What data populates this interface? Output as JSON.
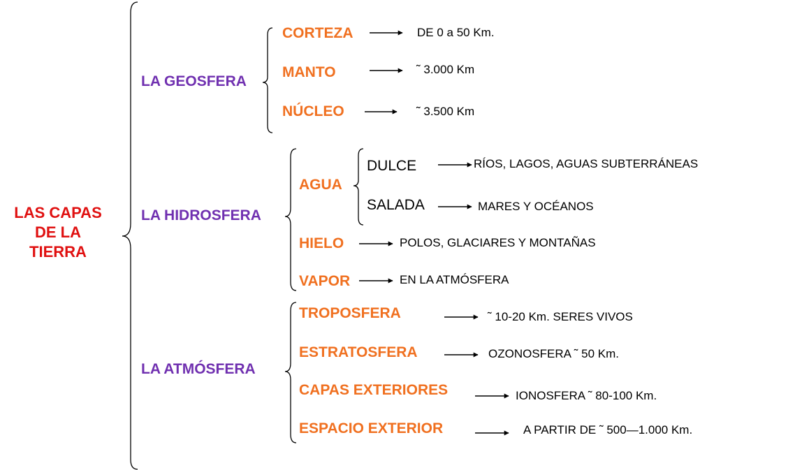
{
  "root": {
    "line1": "LAS CAPAS",
    "line2": "DE LA",
    "line3": "TIERRA"
  },
  "geosfera": {
    "label": "LA GEOSFERA",
    "items": [
      {
        "label": "CORTEZA",
        "info": "DE 0 a 50 Km."
      },
      {
        "label": "MANTO",
        "info": "˜  3.000 Km"
      },
      {
        "label": "NÚCLEO",
        "info": "˜  3.500 Km"
      }
    ]
  },
  "hidrosfera": {
    "label": "LA  HIDROSFERA",
    "agua": {
      "label": "AGUA",
      "dulce": {
        "label": "DULCE",
        "info": "RÍOS, LAGOS, AGUAS SUBTERRÁNEAS"
      },
      "salada": {
        "label": "SALADA",
        "info": "MARES Y OCÉANOS"
      }
    },
    "hielo": {
      "label": "HIELO",
      "info": "POLOS, GLACIARES Y MONTAÑAS"
    },
    "vapor": {
      "label": "VAPOR",
      "info": "EN LA ATMÓSFERA"
    }
  },
  "atmosfera": {
    "label": "LA ATMÓSFERA",
    "items": [
      {
        "label": "TROPOSFERA",
        "info": "˜  10-20 Km. SERES VIVOS"
      },
      {
        "label": "ESTRATOSFERA",
        "info": "OZONOSFERA  ˜  50 Km."
      },
      {
        "label": "CAPAS EXTERIORES",
        "info": "IONOSFERA ˜  80-100 Km."
      },
      {
        "label": "ESPACIO EXTERIOR",
        "info": "A PARTIR DE  ˜  500—1.000 Km."
      }
    ]
  }
}
